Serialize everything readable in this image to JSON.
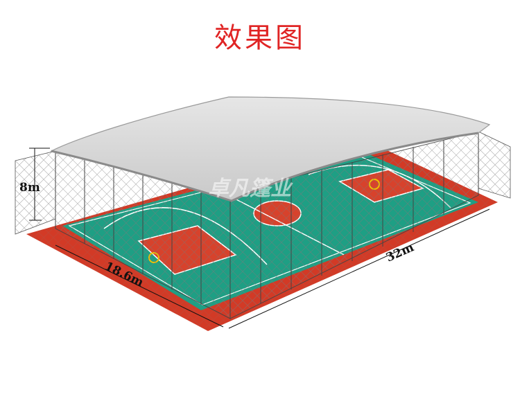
{
  "title": "效果图",
  "watermark": {
    "brand_text": "卓凡篷业"
  },
  "dimensions": {
    "height": "8m",
    "width": "18.6m",
    "length": "32m"
  },
  "colors": {
    "title": "#e02424",
    "court_surround": "#d23a26",
    "court_green": "#1e9f84",
    "key_area": "#d7422c",
    "roof": "#d8d8d8",
    "roof_edge": "#9a9a9a",
    "frame": "#444444",
    "court_lines": "#ffffff"
  }
}
